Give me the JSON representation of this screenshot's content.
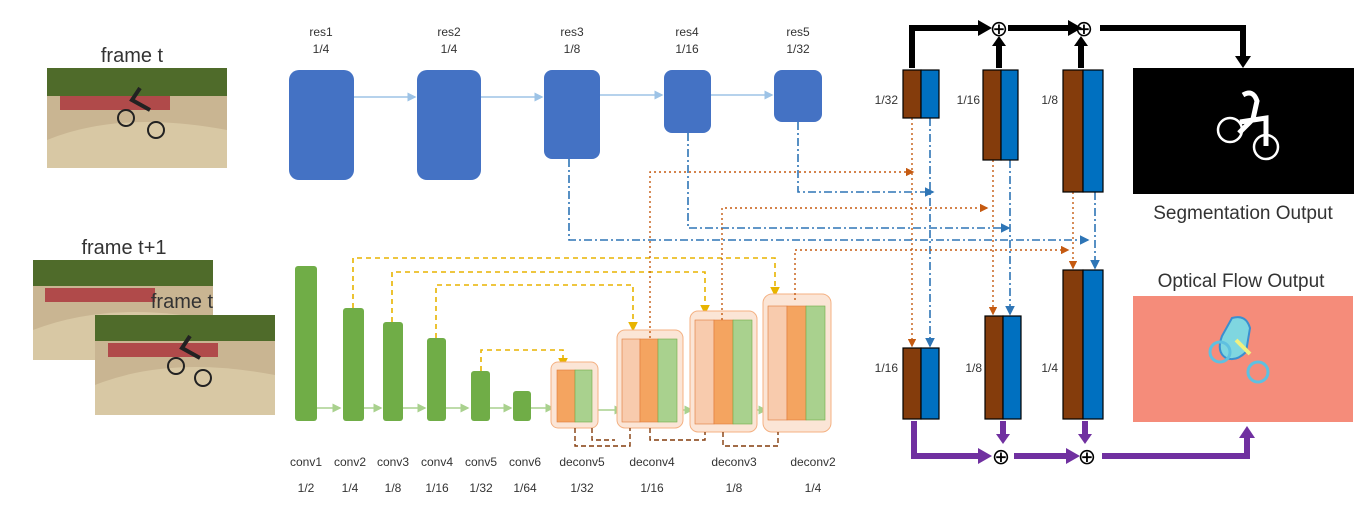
{
  "inputs": {
    "frame_t_label": "frame t",
    "frame_t1_label": "frame t+1",
    "frame_t_overlay_label": "frame t"
  },
  "res_blocks": [
    {
      "name": "res1",
      "scale": "1/4"
    },
    {
      "name": "res2",
      "scale": "1/4"
    },
    {
      "name": "res3",
      "scale": "1/8"
    },
    {
      "name": "res4",
      "scale": "1/16"
    },
    {
      "name": "res5",
      "scale": "1/32"
    }
  ],
  "conv_blocks": [
    {
      "name": "conv1",
      "scale": "1/2"
    },
    {
      "name": "conv2",
      "scale": "1/4"
    },
    {
      "name": "conv3",
      "scale": "1/8"
    },
    {
      "name": "conv4",
      "scale": "1/16"
    },
    {
      "name": "conv5",
      "scale": "1/32"
    },
    {
      "name": "conv6",
      "scale": "1/64"
    },
    {
      "name": "deconv5",
      "scale": "1/32"
    },
    {
      "name": "deconv4",
      "scale": "1/16"
    },
    {
      "name": "deconv3",
      "scale": "1/8"
    },
    {
      "name": "deconv2",
      "scale": "1/4"
    }
  ],
  "fusion_top": [
    "1/32",
    "1/16",
    "1/8"
  ],
  "fusion_bottom": [
    "1/16",
    "1/8",
    "1/4"
  ],
  "outputs": {
    "segmentation_label": "Segmentation Output",
    "optical_flow_label": "Optical Flow Output"
  },
  "plus_symbol": "⊕",
  "colors": {
    "res_blue": "#4472c4",
    "conv_green": "#70ad47",
    "deconv_orange": "#f4b183",
    "fusion_brown": "#843c0c",
    "fusion_blue": "#0070c0",
    "seg_arrow": "#000000",
    "flow_arrow": "#7030a0"
  }
}
